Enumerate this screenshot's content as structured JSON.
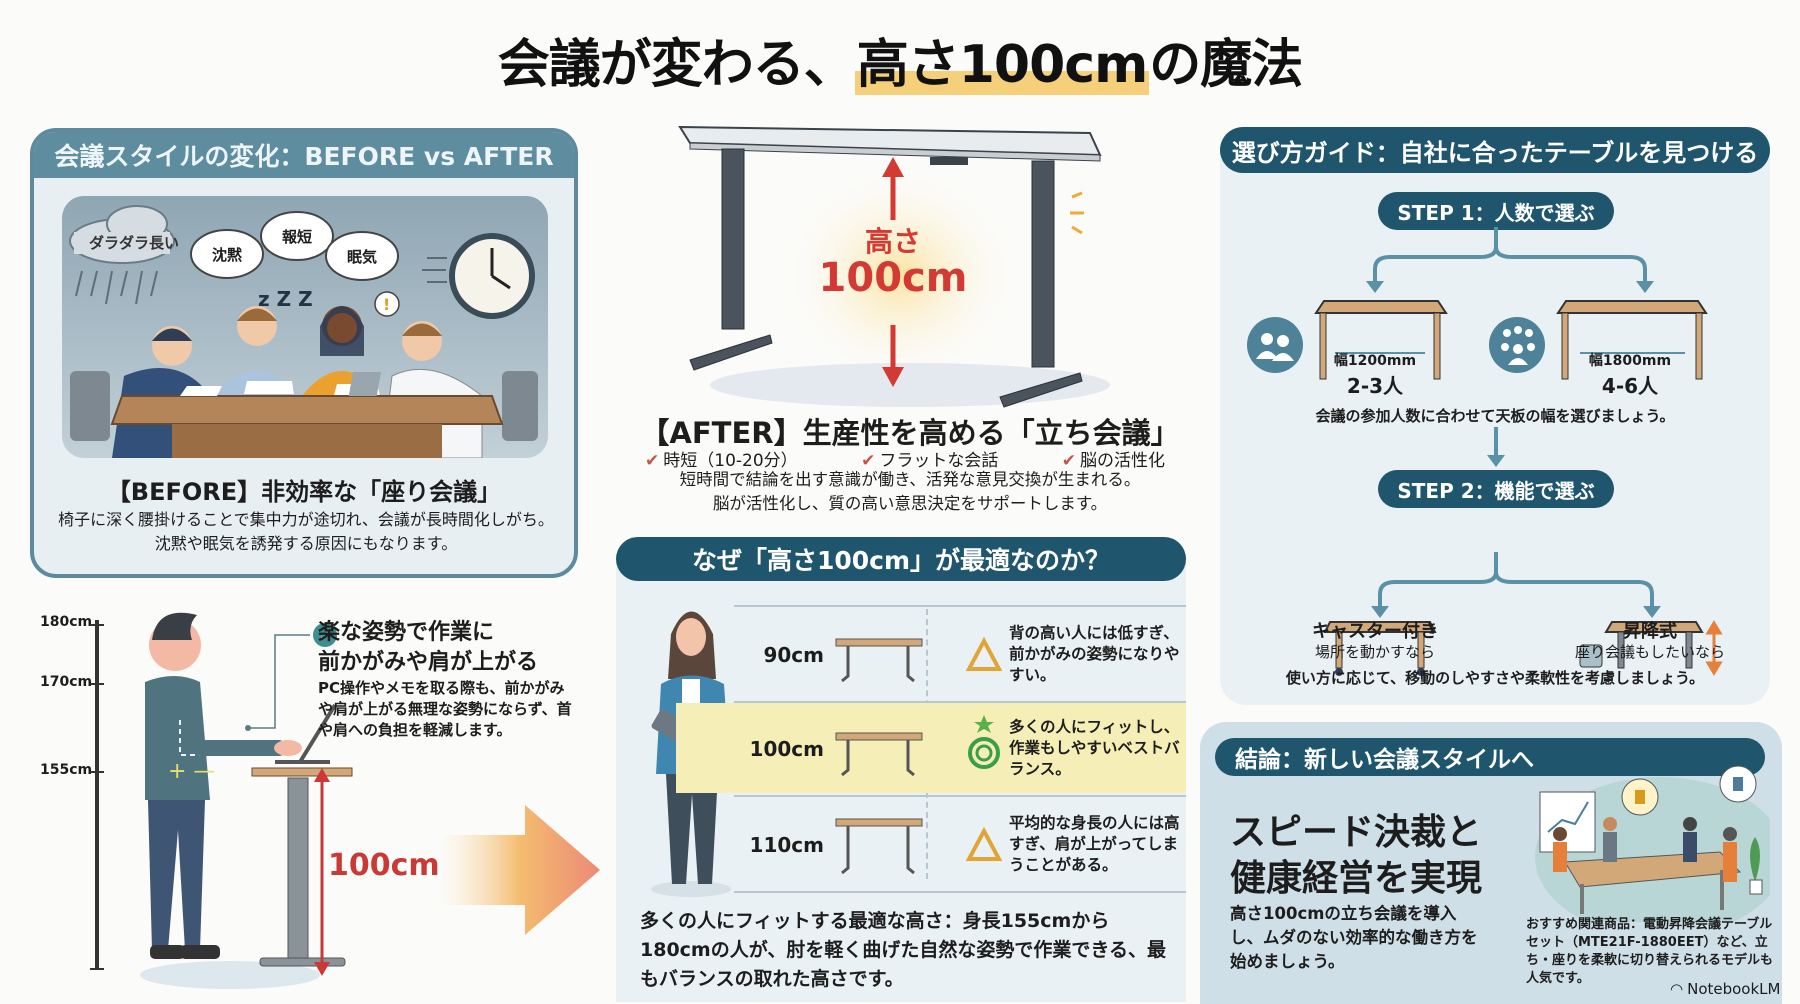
{
  "title": {
    "prefix": "会議が変わる、",
    "highlight": "高さ100cm",
    "suffix": "の魔法"
  },
  "before_panel": {
    "header": "会議スタイルの変化：BEFORE vs AFTER",
    "scene": {
      "cloud_label": "ダラダラ長い",
      "bubbles": [
        "沈黙",
        "報短",
        "眠気"
      ],
      "zzz": "z Z Z",
      "alert": "!"
    },
    "title": "【BEFORE】非効率な「座り会議」",
    "text_line1": "椅子に深く腰掛けることで集中力が途切れ、会議が長時間化しがち。",
    "text_line2": "沈黙や眠気を誘発する原因にもなります。"
  },
  "after_panel": {
    "height_label_1": "高さ",
    "height_label_2": "100cm",
    "title": "【AFTER】生産性を高める「立ち会議」",
    "checks": [
      "時短（10-20分）",
      "フラットな会話",
      "脳の活性化"
    ],
    "text_line1": "短時間で結論を出す意識が働き、活発な意見交換が生まれる。",
    "text_line2": "脳が活性化し、質の高い意思決定をサポートします。"
  },
  "posture": {
    "scale_ticks": [
      "180cm",
      "170cm",
      "155cm"
    ],
    "callout_title_1": "楽な姿勢で作業に",
    "callout_title_2": "前かがみや肩が上がる",
    "callout_text": "PC操作やメモを取る際も、前かがみや肩が上がる無理な姿勢にならず、首や肩への負担を軽減します。",
    "height_label": "100cm"
  },
  "why_panel": {
    "header": "なぜ「高さ100cm」が最適なのか？",
    "rows": [
      {
        "height": "90cm",
        "rating": "triangle",
        "desc": "背の高い人には低すぎ、前かがみの姿勢になりやすい。"
      },
      {
        "height": "100cm",
        "rating": "double-circle",
        "desc": "多くの人にフィットし、作業もしやすいベストバランス。"
      },
      {
        "height": "110cm",
        "rating": "triangle",
        "desc": "平均的な身長の人には高すぎ、肩が上がってしまうことがある。"
      }
    ],
    "footer": "多くの人にフィットする最適な高さ：身長155cmから180cmの人が、肘を軽く曲げた自然な姿勢で作業できる、最もバランスの取れた高さです。"
  },
  "guide_panel": {
    "header": "選び方ガイド：自社に合ったテーブルを見つける",
    "step1": {
      "label": "STEP 1：人数で選ぶ",
      "options": [
        {
          "width": "幅1200mm",
          "people": "2-3人"
        },
        {
          "width": "幅1800mm",
          "people": "4-6人"
        }
      ],
      "note": "会議の参加人数に合わせて天板の幅を選びましょう。"
    },
    "step2": {
      "label": "STEP 2：機能で選ぶ",
      "options": [
        {
          "name": "キャスター付き",
          "sub": "場所を動かすなら"
        },
        {
          "name": "昇降式",
          "sub": "座り会議もしたいなら"
        }
      ],
      "note": "使い方に応じて、移動のしやすさや柔軟性を考慮しましょう。"
    }
  },
  "conclusion": {
    "header": "結論：新しい会議スタイルへ",
    "big_line1": "スピード決裁と",
    "big_line2": "健康経営を実現",
    "text": "高さ100cmの立ち会議を導入し、ムダのない効率的な働き方を始めましょう。",
    "recommend": "おすすめ関連商品：電動昇降会議テーブルセット（MTE21F-1880EET）など、立ち・座りを柔軟に切り替えられるモデルも人気です。"
  },
  "brand": "NotebookLM",
  "colors": {
    "header_dark": "#1f566e",
    "header_soft": "#5e8d9f",
    "panel_bg": "#e9f1f5",
    "accent_red": "#d23a33",
    "highlight_yellow": "#f5cf7a",
    "wood": "#d2a878"
  }
}
